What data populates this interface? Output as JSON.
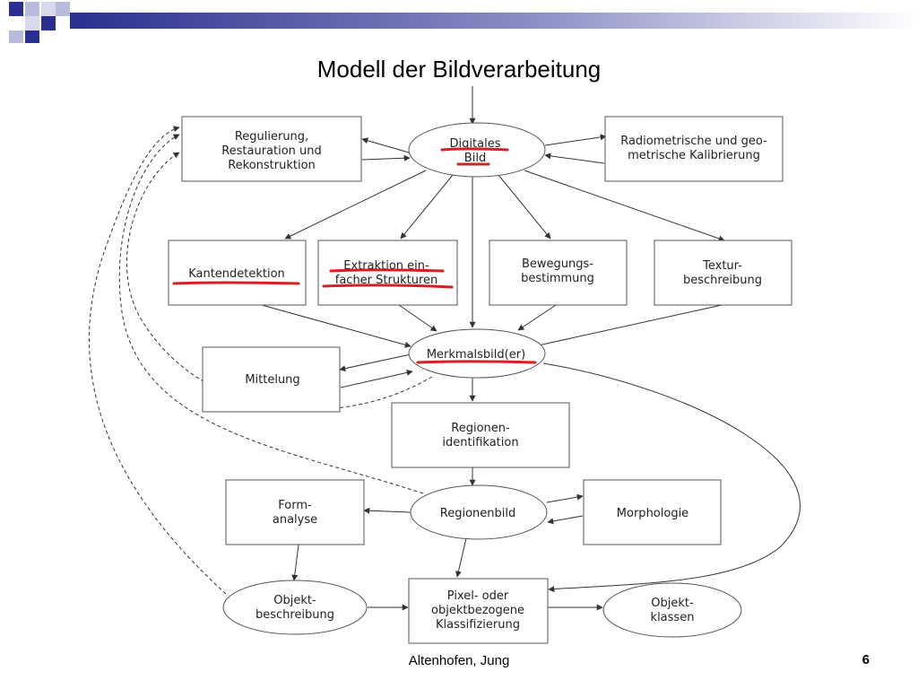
{
  "slide": {
    "title": "Modell der Bildverarbeitung",
    "footer": "Altenhofen, Jung",
    "page_number": "6"
  },
  "diagram": {
    "nodes": {
      "regulierung": [
        "Regulierung,",
        "Restauration und",
        "Rekonstruktion"
      ],
      "digitales_bild": [
        "Digitales",
        "Bild"
      ],
      "radiometrische": [
        "Radiometrische und geo-",
        "metrische Kalibrierung"
      ],
      "kantendetektion": [
        "Kantendetektion"
      ],
      "extraktion": [
        "Extraktion ein-",
        "facher Strukturen"
      ],
      "bewegung": [
        "Bewegungs-",
        "bestimmung"
      ],
      "textur": [
        "Textur-",
        "beschreibung"
      ],
      "mittelung": [
        "Mittelung"
      ],
      "merkmalsbild": [
        "Merkmalsbild(er)"
      ],
      "regionen_identifikation": [
        "Regionen-",
        "identifikation"
      ],
      "formanalyse": [
        "Form-",
        "analyse"
      ],
      "regionenbild": [
        "Regionenbild"
      ],
      "morphologie": [
        "Morphologie"
      ],
      "objektbeschreibung": [
        "Objekt-",
        "beschreibung"
      ],
      "klassifizierung": [
        "Pixel- oder",
        "objektbezogene",
        "Klassifizierung"
      ],
      "objektklassen": [
        "Objekt-",
        "klassen"
      ]
    },
    "colors": {
      "underline": "#d42020",
      "line": "#333333",
      "box_border": "#555555"
    }
  }
}
